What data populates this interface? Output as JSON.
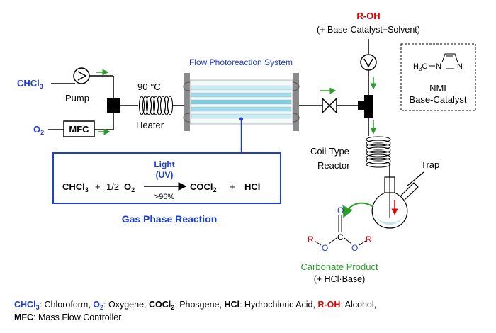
{
  "labels": {
    "chcl3": "CHCl",
    "chcl3_sub": "3",
    "pump": "Pump",
    "o2": "O",
    "o2_sub": "2",
    "mfc": "MFC",
    "temp": "90 °C",
    "heater": "Heater",
    "flow_system": "Flow Photoreaction System",
    "roh": "R-OH",
    "roh_extra": "(+ Base-Catalyst+Solvent)",
    "nmi_abbr": "NMI",
    "nmi_desc": "Base-Catalyst",
    "nmi_h3c": "H",
    "nmi_h3c_sub": "3",
    "nmi_c": "C",
    "nmi_n1": "N",
    "nmi_n2": "N",
    "coil_line1": "Coil-Type",
    "coil_line2": "Reactor",
    "trap": "Trap",
    "product_line1": "Carbonate Product",
    "product_line2": "(+ HCl·Base)",
    "r_left": "R",
    "r_right": "R",
    "atom_o_top": "O",
    "atom_o_left": "O",
    "atom_o_right": "O",
    "atom_c": "C"
  },
  "reaction": {
    "condition_line1": "Light",
    "condition_line2": "(UV)",
    "yield": ">96%",
    "reactant1": "CHCl",
    "reactant1_sub": "3",
    "plus1": "+",
    "coef": "1/2",
    "reactant2": "O",
    "reactant2_sub": "2",
    "product1": "COCl",
    "product1_sub": "2",
    "plus2": "+",
    "product2": "HCl",
    "caption": "Gas Phase Reaction"
  },
  "legend": {
    "line1": [
      {
        "term": "CHCl",
        "sub": "3",
        "def": ": Chloroform, ",
        "color": "#1f3fd0"
      },
      {
        "term": "O",
        "sub": "2",
        "def": ": Oxygene, ",
        "color": "#1f3fd0"
      },
      {
        "term": "COCl",
        "sub": "2",
        "def": ": Phosgene, ",
        "color": "#000000"
      },
      {
        "term": "HCl",
        "sub": "",
        "def": ": Hydrochloric Acid, ",
        "color": "#000000"
      },
      {
        "term": "R-OH",
        "sub": "",
        "def": ": Alcohol,",
        "color": "#e00000"
      }
    ],
    "line2": [
      {
        "term": "MFC",
        "sub": "",
        "def": ": Mass Flow Controller",
        "color": "#000000"
      }
    ]
  },
  "colors": {
    "blue": "#1f3fd0",
    "red": "#e00000",
    "green": "#2a9d2a",
    "tube": "#8fd6ea",
    "housing": "#8a8a8a"
  }
}
